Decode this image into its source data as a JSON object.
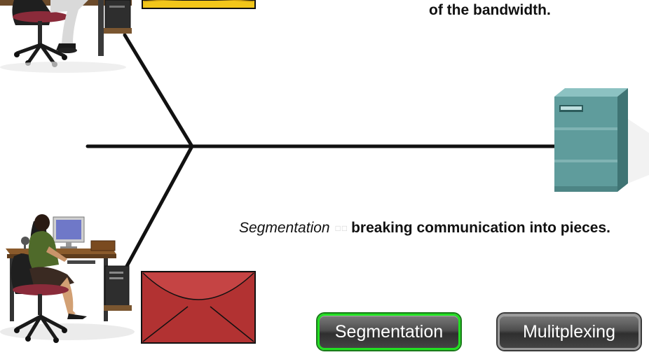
{
  "text": {
    "bandwidth_fragment": "of the bandwidth.",
    "caption_term": "Segmentation",
    "caption_separator": "□□",
    "caption_description": "breaking communication into pieces."
  },
  "buttons": {
    "segmentation_label": "Segmentation",
    "multiplexing_label": "Mulitplexing"
  },
  "colors": {
    "segmentation_button_border": "#22e022",
    "envelope_bottom": "#b23232",
    "envelope_top": "#f2c61a",
    "server": "#5f9c9c"
  },
  "icons": {
    "top_workstation": "person-at-computer-icon",
    "bottom_workstation": "person-at-computer-icon",
    "server": "server-tower-icon",
    "top_message": "envelope-icon",
    "bottom_message": "envelope-icon"
  }
}
